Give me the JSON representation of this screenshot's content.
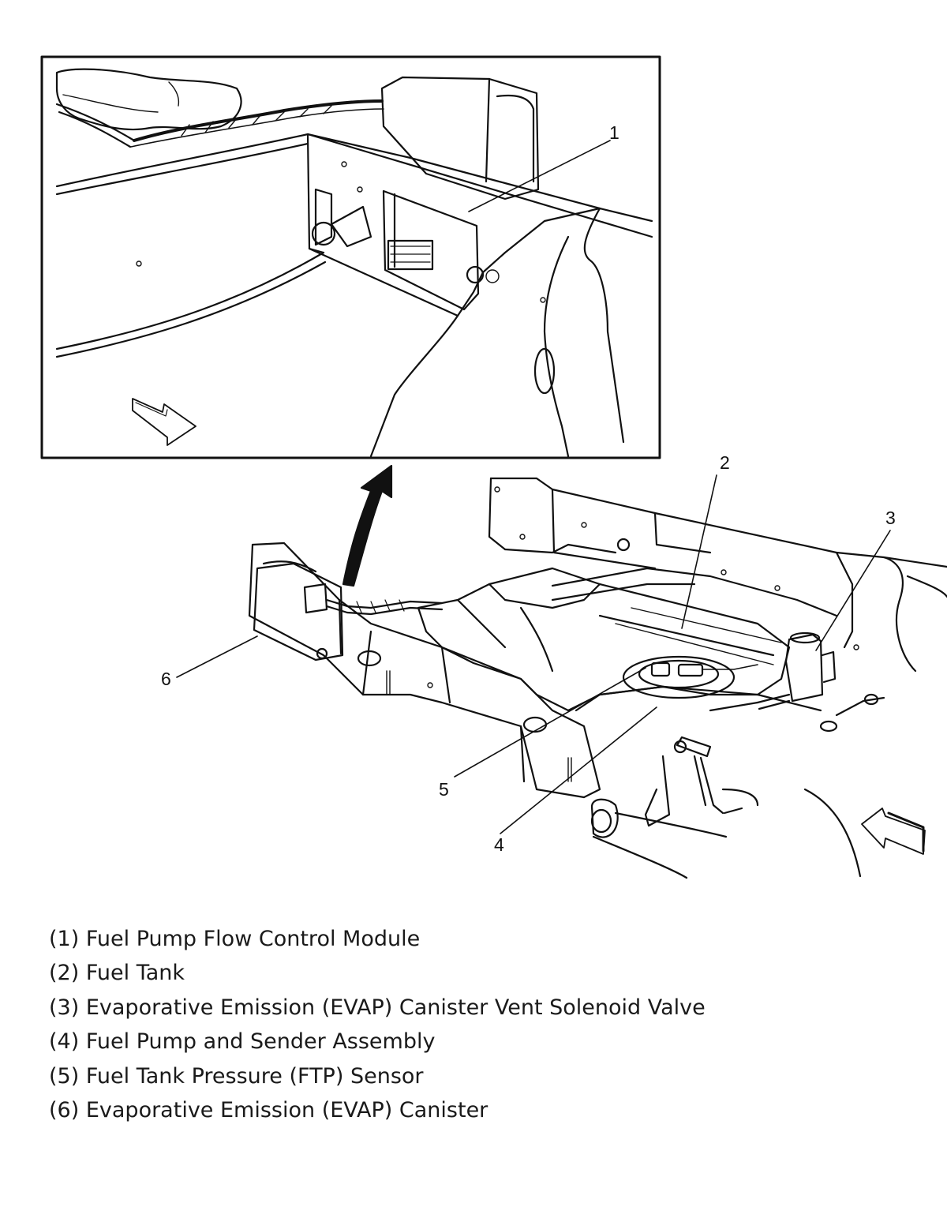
{
  "diagram": {
    "callouts": [
      {
        "id": "1",
        "label": "1"
      },
      {
        "id": "2",
        "label": "2"
      },
      {
        "id": "3",
        "label": "3"
      },
      {
        "id": "4",
        "label": "4"
      },
      {
        "id": "5",
        "label": "5"
      },
      {
        "id": "6",
        "label": "6"
      }
    ],
    "legend": [
      {
        "num": "(1)",
        "text": "Fuel Pump Flow Control Module"
      },
      {
        "num": "(2)",
        "text": "Fuel Tank"
      },
      {
        "num": "(3)",
        "text": "Evaporative Emission (EVAP) Canister Vent Solenoid Valve"
      },
      {
        "num": "(4)",
        "text": "Fuel Pump and Sender Assembly"
      },
      {
        "num": "(5)",
        "text": "Fuel Tank Pressure (FTP) Sensor"
      },
      {
        "num": "(6)",
        "text": "Evaporative Emission (EVAP) Canister"
      }
    ]
  }
}
